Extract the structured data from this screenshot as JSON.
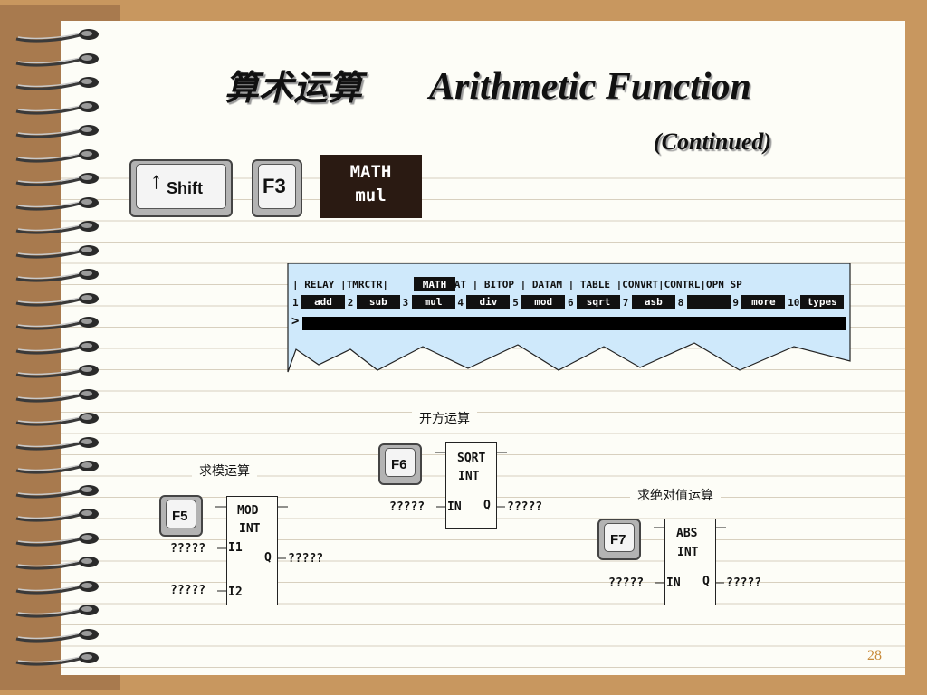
{
  "slide": {
    "title_cn": "算术运算",
    "title_en": "Arithmetic Function",
    "subtitle": "(Continued)",
    "page_number": "28"
  },
  "keys": {
    "shift_label": "Shift",
    "shift_arrow": "↑",
    "f3_label": "F3",
    "f5_label": "F5",
    "f6_label": "F6",
    "f7_label": "F7"
  },
  "math_box": {
    "line1": "MATH",
    "line2": "mul"
  },
  "screen": {
    "menu_row": "| RELAY |TMRCTR|      | RELAT | BITOP | DATAM | TABLE |CONVRT|CONTRL|OPN SP",
    "menu_selected": "MATH",
    "functions": [
      {
        "num": "1",
        "label": "add"
      },
      {
        "num": "2",
        "label": "sub"
      },
      {
        "num": "3",
        "label": "mul"
      },
      {
        "num": "4",
        "label": "div"
      },
      {
        "num": "5",
        "label": "mod"
      },
      {
        "num": "6",
        "label": "sqrt"
      },
      {
        "num": "7",
        "label": "asb"
      },
      {
        "num": "8",
        "label": ""
      },
      {
        "num": "9",
        "label": "more"
      },
      {
        "num": "10",
        "label": "types"
      }
    ],
    "prompt": ">"
  },
  "blocks": {
    "mod": {
      "caption": "求模运算",
      "name": "MOD",
      "type": "INT",
      "in1_label": "I1",
      "in2_label": "I2",
      "out_label": "Q",
      "in1_value": "?????",
      "in2_value": "?????",
      "out_value": "?????"
    },
    "sqrt": {
      "caption": "开方运算",
      "name": "SQRT",
      "type": "INT",
      "in_label": "IN",
      "out_label": "Q",
      "in_value": "?????",
      "out_value": "?????"
    },
    "abs": {
      "caption": "求绝对值运算",
      "name": "ABS",
      "type": "INT",
      "in_label": "IN",
      "out_label": "Q",
      "in_value": "?????",
      "out_value": "?????"
    }
  },
  "colors": {
    "page_border": "#c8975f",
    "spine": "#a87a4e",
    "screen_bg": "#cfe9fb",
    "page_number": "#c88a3a"
  }
}
